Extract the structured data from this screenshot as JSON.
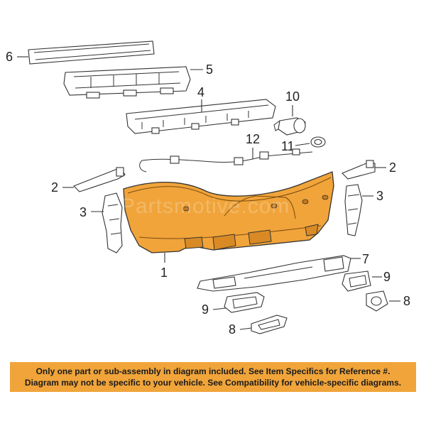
{
  "diagram": {
    "accent_color": "#f0a43a",
    "callouts": {
      "c1": "1",
      "c2_left": "2",
      "c2_right": "2",
      "c3_left": "3",
      "c3_right": "3",
      "c4": "4",
      "c5": "5",
      "c6": "6",
      "c7": "7",
      "c8_left": "8",
      "c8_right": "8",
      "c9_left": "9",
      "c9_right": "9",
      "c10": "10",
      "c11": "11",
      "c12": "12"
    },
    "watermark": "Partsmotive.com"
  },
  "notice": {
    "line1": "Only one part or sub-assembly in diagram included. See Item Specifics for Reference #.",
    "line2": "Diagram may not be specific to your vehicle. See Compatibility for vehicle-specific diagrams."
  }
}
